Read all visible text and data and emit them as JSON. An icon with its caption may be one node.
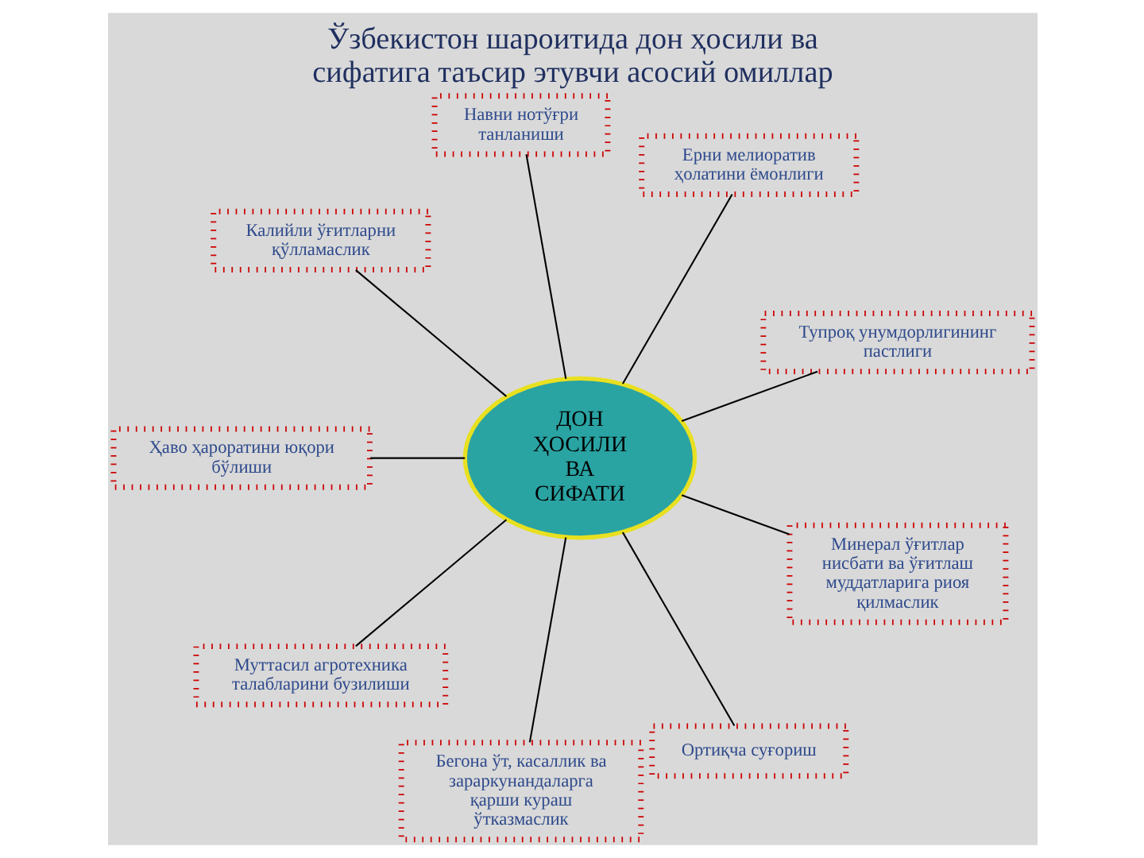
{
  "diagram": {
    "title": "Ўзбекистон шароитида дон ҳосили ва сифатига таъсир этувчи асосий омиллар",
    "nodes": [
      {
        "text": [
          "Минерал ўғитлар нисбати ва ўғитлаш муддатларига риоя қилмаслик"
        ]
      },
      {
        "text": [
          "Тупроқ унумдорлигининг пастлиги"
        ]
      },
      {
        "text": [
          "Ерни мелиоратив ҳолатини ёмонлиги"
        ]
      },
      {
        "text": [
          "Навни нотўғри танланиши"
        ]
      },
      {
        "text": [
          "ДОН ҲОСИЛИ ВА СИФАТИ"
        ]
      },
      {
        "text": [
          "Ортиқча суғориш"
        ]
      },
      {
        "text": [
          "Калийли ўғитларни қўлламаслик"
        ]
      },
      {
        "text": [
          "Бегона ўт, касаллик ва зараркунандаларга қарши кураш ўтказмаслик"
        ]
      },
      {
        "text": [
          "Ҳаво ҳароратини юқори бўлиши"
        ]
      },
      {
        "text": [
          "Муттасил агротехника талабларини бузилиши"
        ]
      }
    ],
    "edges": [
      {
        "from": 4,
        "to": 0,
        "arrow": "none"
      },
      {
        "from": 4,
        "to": 1,
        "arrow": "none"
      },
      {
        "from": 4,
        "to": 2,
        "arrow": "none"
      },
      {
        "from": 4,
        "to": 3,
        "arrow": "none"
      },
      {
        "from": 4,
        "to": 5,
        "arrow": "none"
      },
      {
        "from": 4,
        "to": 6,
        "arrow": "none"
      },
      {
        "from": 4,
        "to": 7,
        "arrow": "none"
      },
      {
        "from": 4,
        "to": 8,
        "arrow": "none"
      },
      {
        "from": 4,
        "to": 9,
        "arrow": "none"
      }
    ]
  }
}
